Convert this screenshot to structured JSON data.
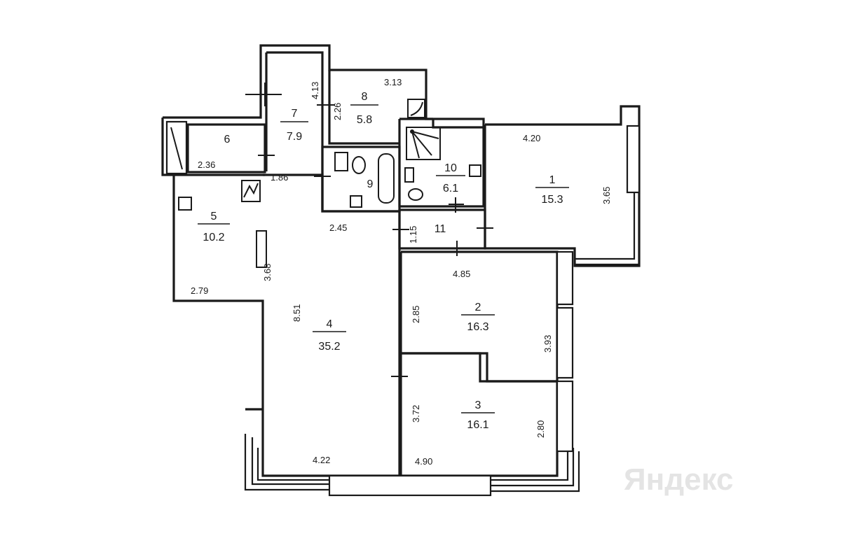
{
  "rooms": [
    {
      "id": "1",
      "number": "1",
      "area": "15.3"
    },
    {
      "id": "2",
      "number": "2",
      "area": "16.3"
    },
    {
      "id": "3",
      "number": "3",
      "area": "16.1"
    },
    {
      "id": "4",
      "number": "4",
      "area": "35.2"
    },
    {
      "id": "5",
      "number": "5",
      "area": "10.2"
    },
    {
      "id": "6",
      "number": "6",
      "area": ""
    },
    {
      "id": "7",
      "number": "7",
      "area": "7.9"
    },
    {
      "id": "8",
      "number": "8",
      "area": "5.8"
    },
    {
      "id": "9",
      "number": "9",
      "area": ""
    },
    {
      "id": "10",
      "number": "10",
      "area": "6.1"
    },
    {
      "id": "11",
      "number": "11",
      "area": ""
    }
  ],
  "dimensions": {
    "d_4_13": "4.13",
    "d_3_13": "3.13",
    "d_2_26": "2.26",
    "d_4_20": "4.20",
    "d_3_65": "3.65",
    "d_2_36": "2.36",
    "d_1_86": "1.86",
    "d_2_45": "2.45",
    "d_1_15": "1.15",
    "d_4_85": "4.85",
    "d_3_68": "3.68",
    "d_2_79": "2.79",
    "d_8_51": "8.51",
    "d_2_85": "2.85",
    "d_3_93": "3.93",
    "d_3_72": "3.72",
    "d_2_80": "2.80",
    "d_4_22": "4.22",
    "d_4_90": "4.90"
  },
  "watermark": "Яндекс"
}
